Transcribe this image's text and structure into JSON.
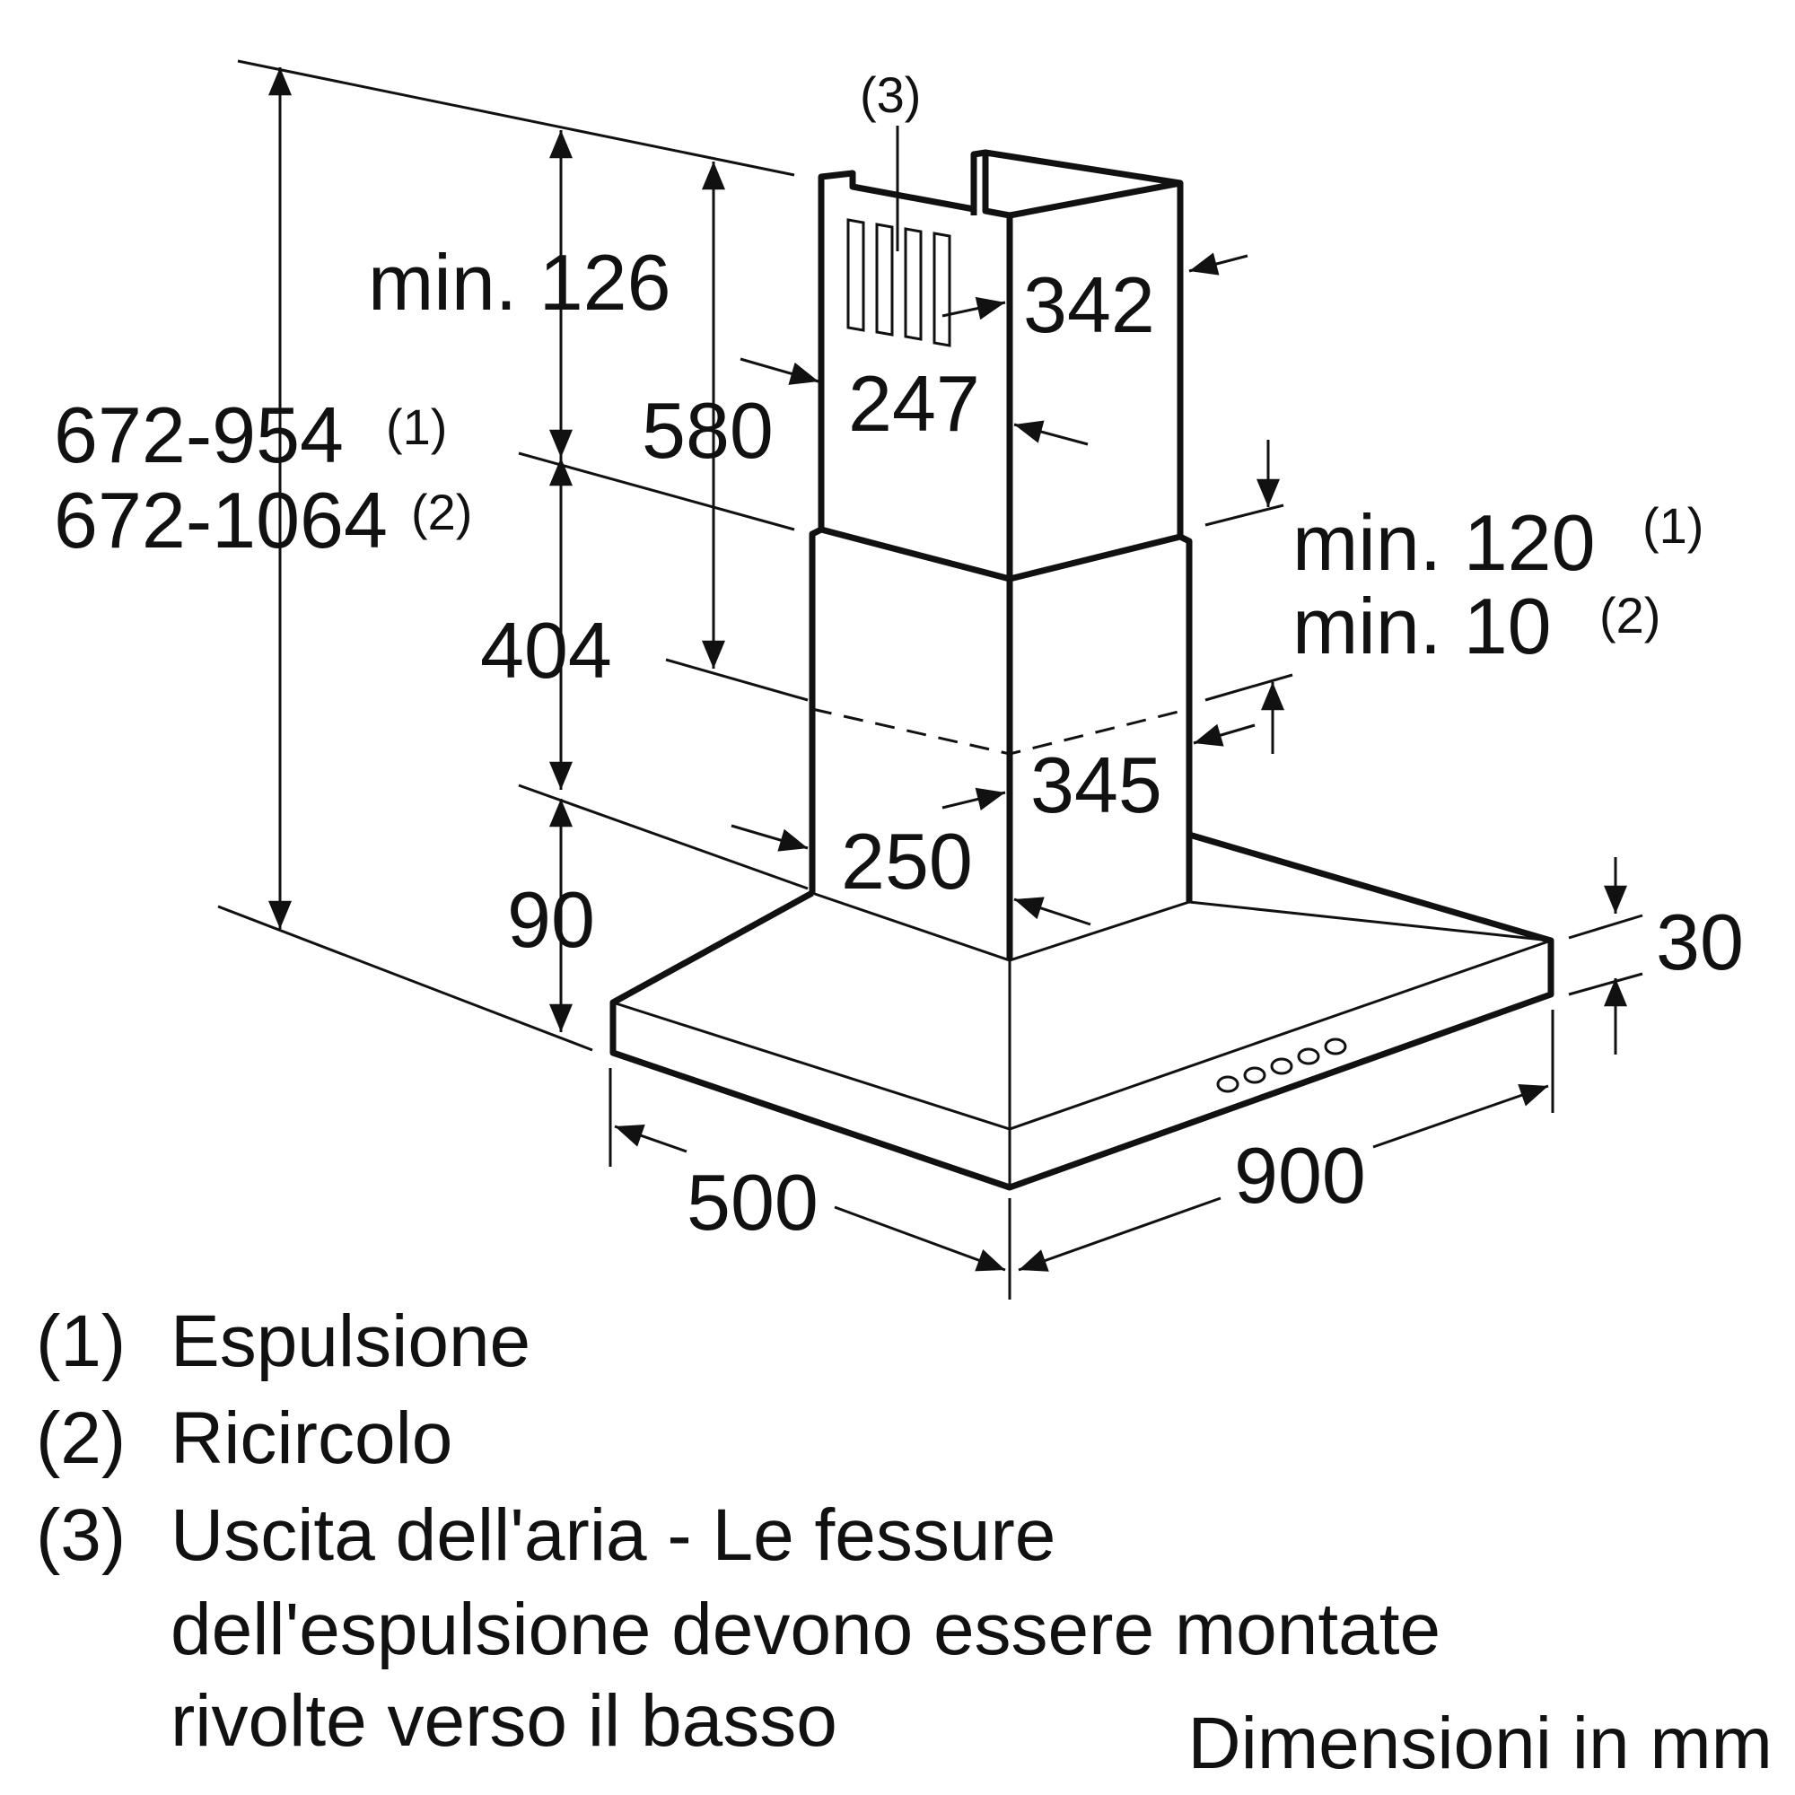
{
  "dimensions": {
    "min_126": "min. 126",
    "range_1": "672-954",
    "range_1_note": "(1)",
    "range_2": "672-1064",
    "range_2_note": "(2)",
    "d580": "580",
    "d404": "404",
    "d90": "90",
    "d342": "342",
    "d247": "247",
    "d345": "345",
    "d250": "250",
    "d500": "500",
    "d900": "900",
    "d30": "30",
    "min_120": "min. 120",
    "min_120_note": "(1)",
    "min_10": "min. 10",
    "min_10_note": "(2)",
    "callout_3": "(3)"
  },
  "legend": {
    "item1_num": "(1)",
    "item1_text": "Espulsione",
    "item2_num": "(2)",
    "item2_text": "Ricircolo",
    "item3_num": "(3)",
    "item3_line1": "Uscita dell'aria - Le fessure",
    "item3_line2": "dell'espulsione devono essere montate",
    "item3_line3": "rivolte verso il basso",
    "units": "Dimensioni in mm"
  }
}
